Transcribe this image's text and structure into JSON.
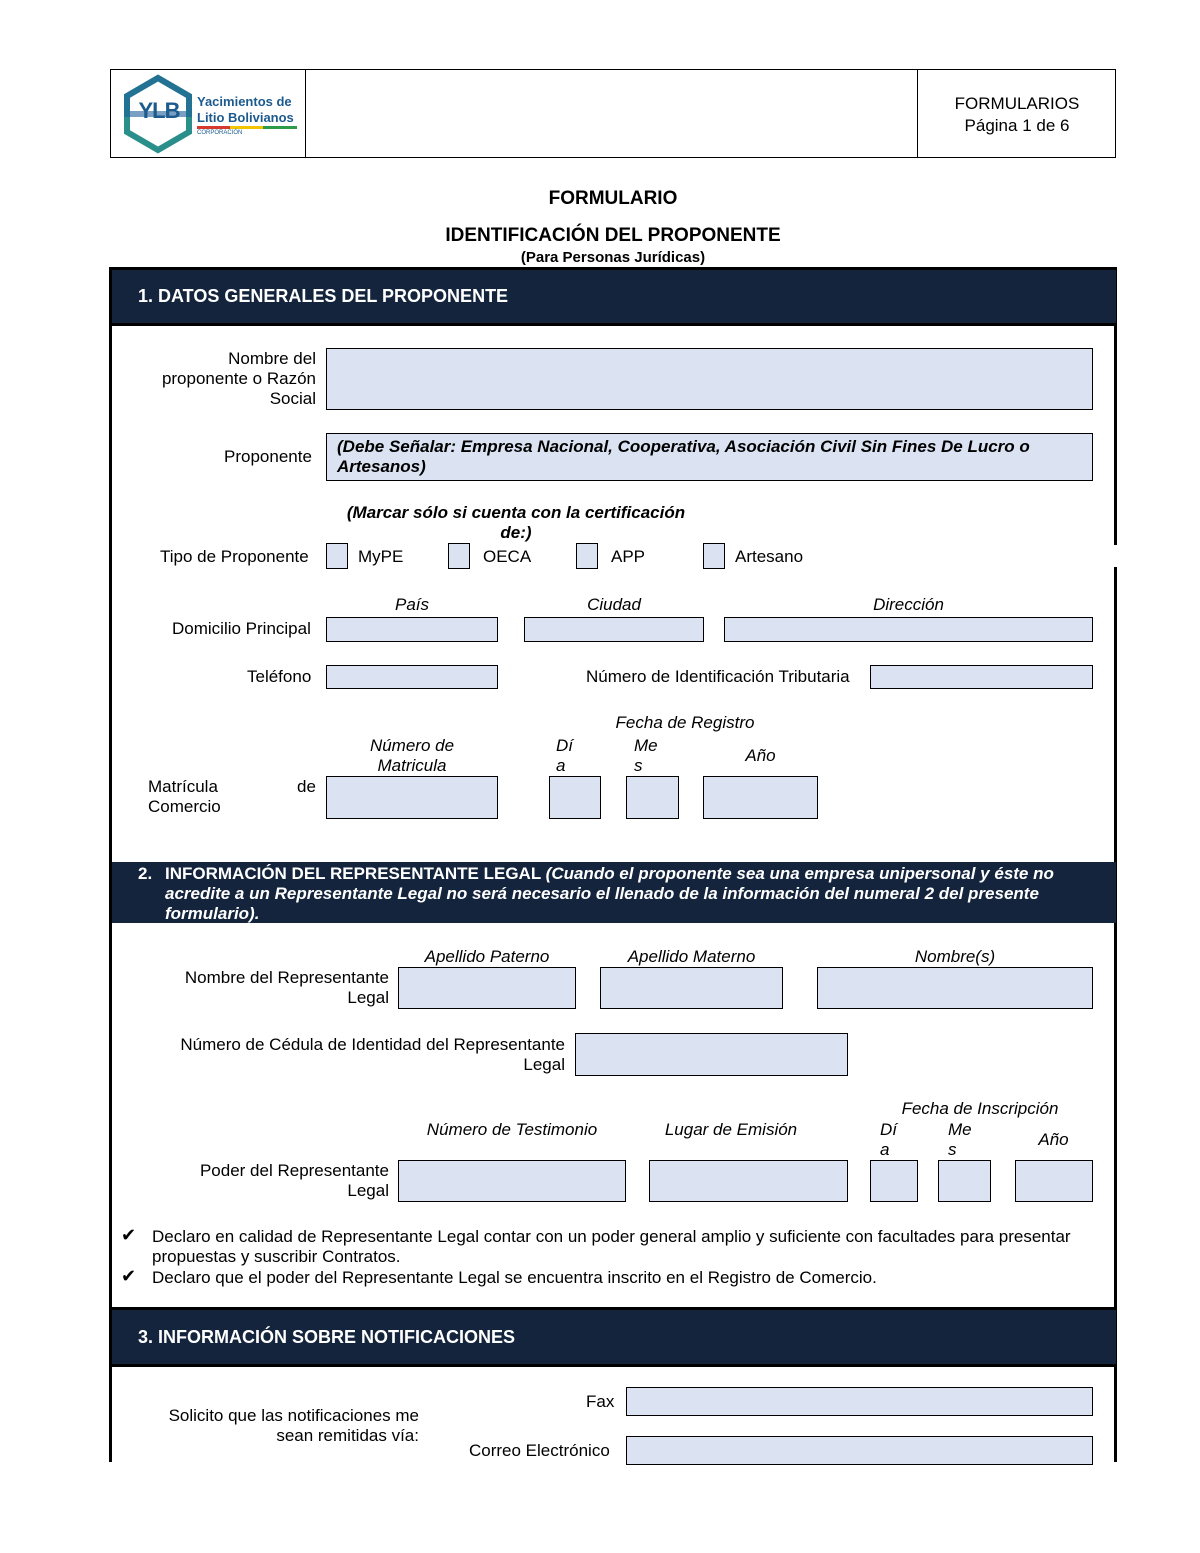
{
  "header": {
    "logo_text_line1": "Yacimientos de",
    "logo_text_line2": "Litio Bolivianos",
    "logo_text_line3": "CORPORACIÓN",
    "logo_mark": "YLB",
    "right_line1": "FORMULARIOS",
    "right_line2": "Página 1 de 6"
  },
  "title": {
    "line1": "FORMULARIO",
    "line2": "IDENTIFICACIÓN DEL PROPONENTE",
    "line3": "(Para Personas Jurídicas)"
  },
  "section1": {
    "heading": "1.  DATOS GENERALES DEL PROPONENTE",
    "nombre_label": "Nombre del proponente o Razón Social",
    "proponente_label": "Proponente",
    "proponente_hint": "(Debe Señalar: Empresa Nacional, Cooperativa, Asociación Civil Sin Fines De Lucro o Artesanos)",
    "cert_hint": "(Marcar sólo si cuenta con la certificación de:)",
    "tipo_label": "Tipo de Proponente",
    "opt_mype": "MyPE",
    "opt_oeca": "OECA",
    "opt_app": "APP",
    "opt_artesano": "Artesano",
    "pais": "País",
    "ciudad": "Ciudad",
    "direccion": "Dirección",
    "domicilio_label": "Domicilio Principal",
    "telefono_label": "Teléfono",
    "nit_label": "Número de Identificación Tributaria",
    "fecha_registro": "Fecha de Registro",
    "numero_matricula": "Número de Matricula",
    "dia": "Dí a",
    "mes": "Me s",
    "anio": "Año",
    "matricula_label_a": "Matrícula",
    "matricula_label_b": "de",
    "matricula_label_c": "Comercio"
  },
  "section2": {
    "heading_num": "2.",
    "heading_bold": "INFORMACIÓN DEL REPRESENTANTE LEGAL",
    "heading_italic": "(Cuando el proponente sea una empresa unipersonal y éste no acredite a un Representante Legal no será necesario el llenado de la información del numeral 2 del presente formulario).",
    "apellido_paterno": "Apellido Paterno",
    "apellido_materno": "Apellido Materno",
    "nombres": "Nombre(s)",
    "nombre_rep_label": "Nombre del Representante Legal",
    "cedula_label": "Número de Cédula de Identidad del Representante Legal",
    "fecha_inscripcion": "Fecha de Inscripción",
    "numero_testimonio": "Número de Testimonio",
    "lugar_emision": "Lugar de Emisión",
    "dia": "Dí a",
    "mes": "Me s",
    "anio": "Año",
    "poder_label": "Poder del Representante Legal",
    "check_mark": "✔",
    "declaro1": "Declaro en calidad de Representante Legal contar con un poder general amplio y suficiente con facultades para presentar propuestas y suscribir Contratos.",
    "declaro2": "Declaro que el poder del Representante Legal se encuentra inscrito en el Registro de Comercio."
  },
  "section3": {
    "heading": "3.  INFORMACIÓN SOBRE NOTIFICACIONES",
    "solicito_label": "Solicito que las notificaciones me sean remitidas vía:",
    "fax_label": "Fax",
    "correo_label": "Correo Electrónico"
  }
}
